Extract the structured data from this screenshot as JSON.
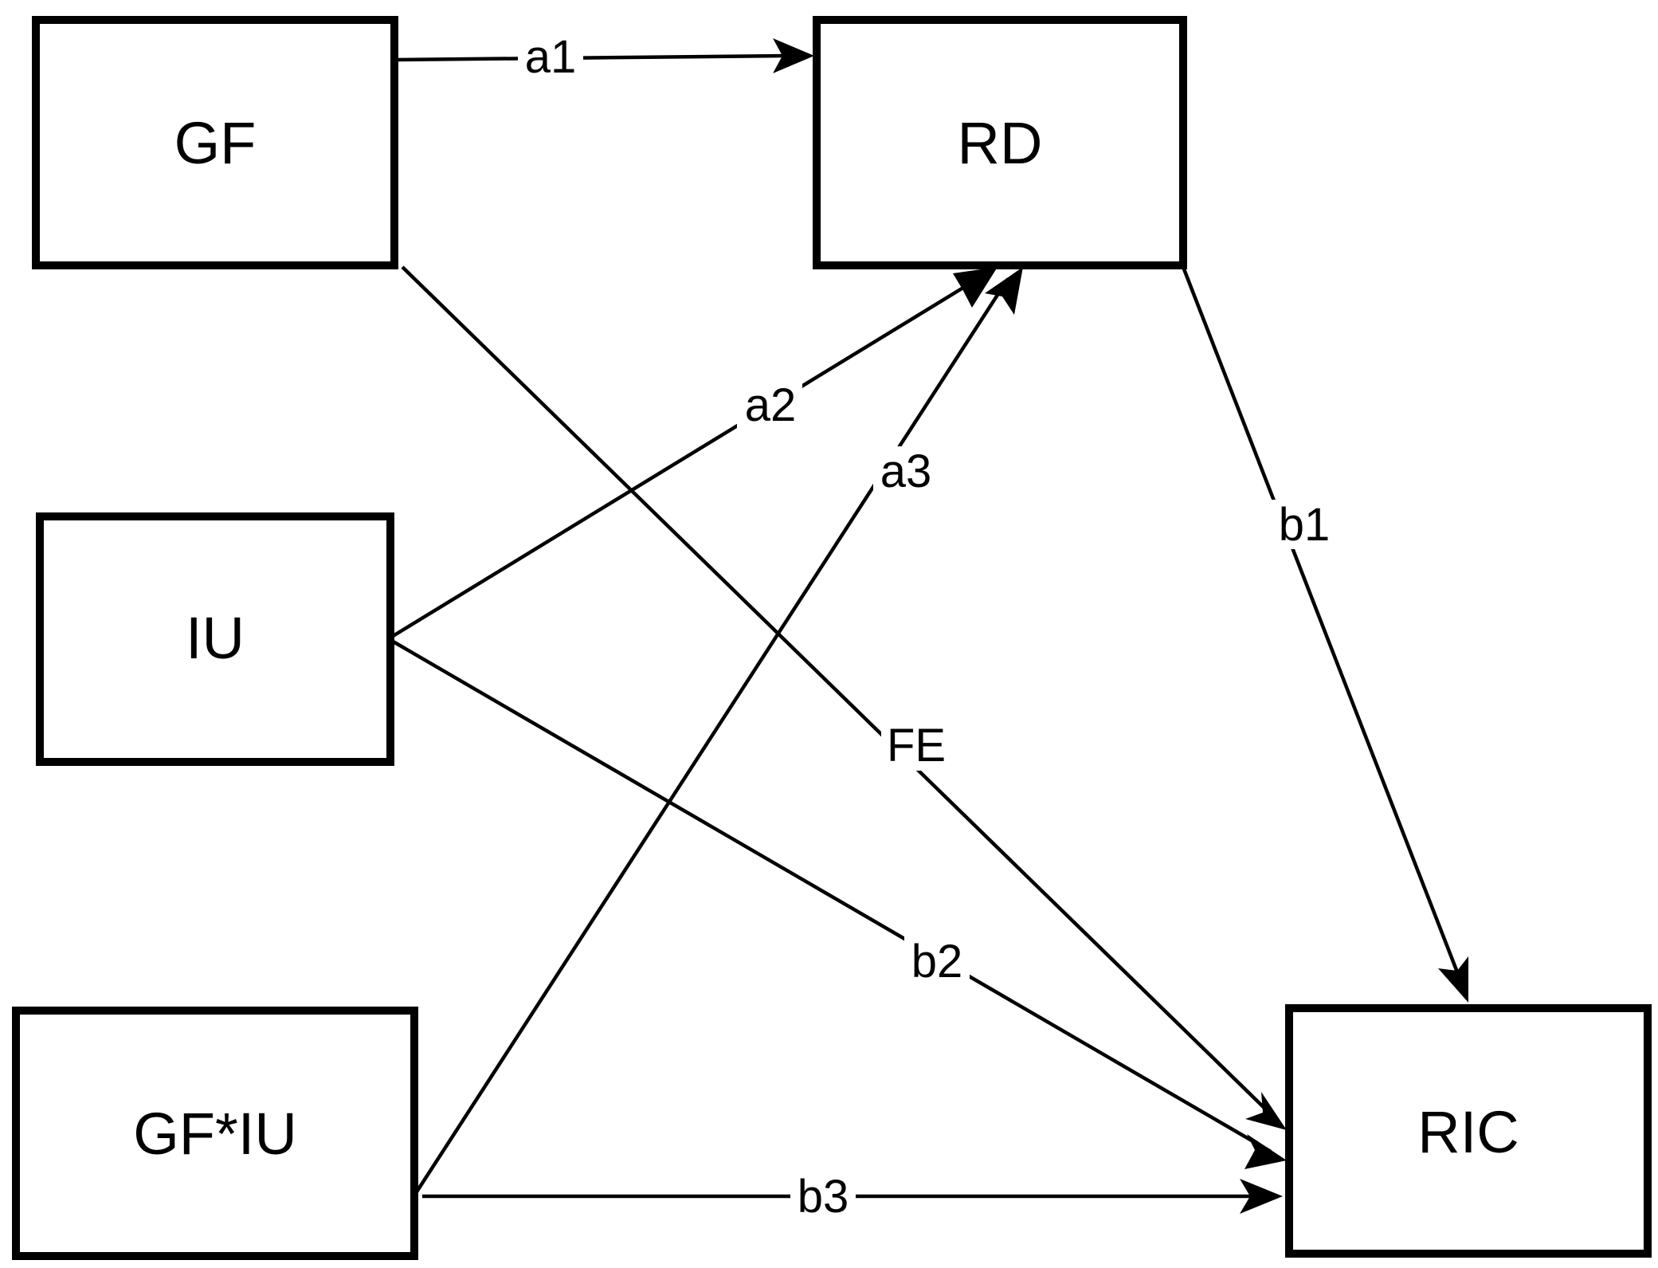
{
  "nodes": {
    "gf": "GF",
    "rd": "RD",
    "iu": "IU",
    "gfiu": "GF*IU",
    "ric": "RIC"
  },
  "edges": {
    "a1": "a1",
    "a2": "a2",
    "a3": "a3",
    "b1": "b1",
    "b2": "b2",
    "b3": "b3",
    "fe": "FE"
  },
  "colors": {
    "stroke": "#000000",
    "background": "#ffffff"
  }
}
